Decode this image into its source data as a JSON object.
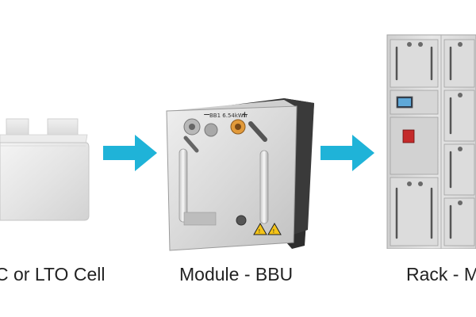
{
  "colors": {
    "arrow": "#1fb3d8",
    "caption_text": "#222222",
    "background": "#ffffff"
  },
  "stages": [
    {
      "caption": "C or LTO Cell",
      "illustration": "pouch-battery-cell"
    },
    {
      "caption": "Module - BBU",
      "illustration": "battery-module-bbu",
      "module_label": "BB1 6.54kWh"
    },
    {
      "caption": "Rack - M",
      "illustration": "battery-rack-cabinet"
    }
  ],
  "arrows": [
    {
      "icon": "arrow-right-icon"
    },
    {
      "icon": "arrow-right-icon"
    }
  ]
}
